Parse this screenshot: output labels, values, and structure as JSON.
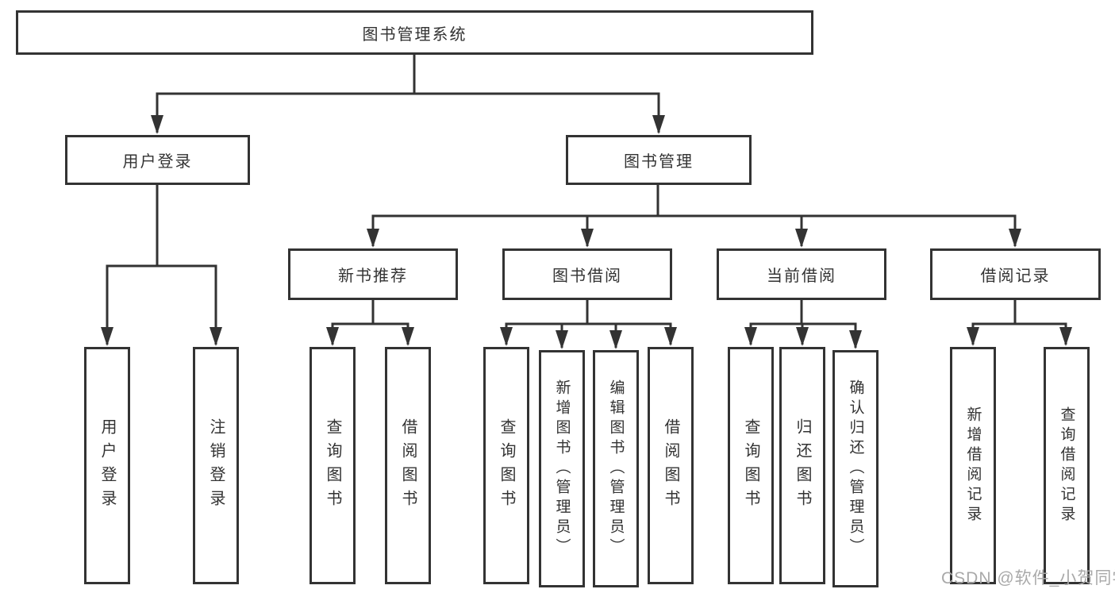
{
  "tree": {
    "root": "图书管理系统",
    "children": [
      {
        "label": "用户登录",
        "children": [
          "用户登录",
          "注销登录"
        ]
      },
      {
        "label": "图书管理",
        "children": [
          {
            "label": "新书推荐",
            "children": [
              "查询图书",
              "借阅图书"
            ]
          },
          {
            "label": "图书借阅",
            "children": [
              "查询图书",
              "新增图书（管理员）",
              "编辑图书（管理员）",
              "借阅图书"
            ]
          },
          {
            "label": "当前借阅",
            "children": [
              "查询图书",
              "归还图书",
              "确认归还（管理员）"
            ]
          },
          {
            "label": "借阅记录",
            "children": [
              "新增借阅记录",
              "查询借阅记录"
            ]
          }
        ]
      }
    ]
  },
  "watermark": "CSDN @软件_小贺同学",
  "colors": {
    "line": "#333333",
    "text": "#333333",
    "background": "#ffffff",
    "watermark": "#a9a9a9"
  }
}
